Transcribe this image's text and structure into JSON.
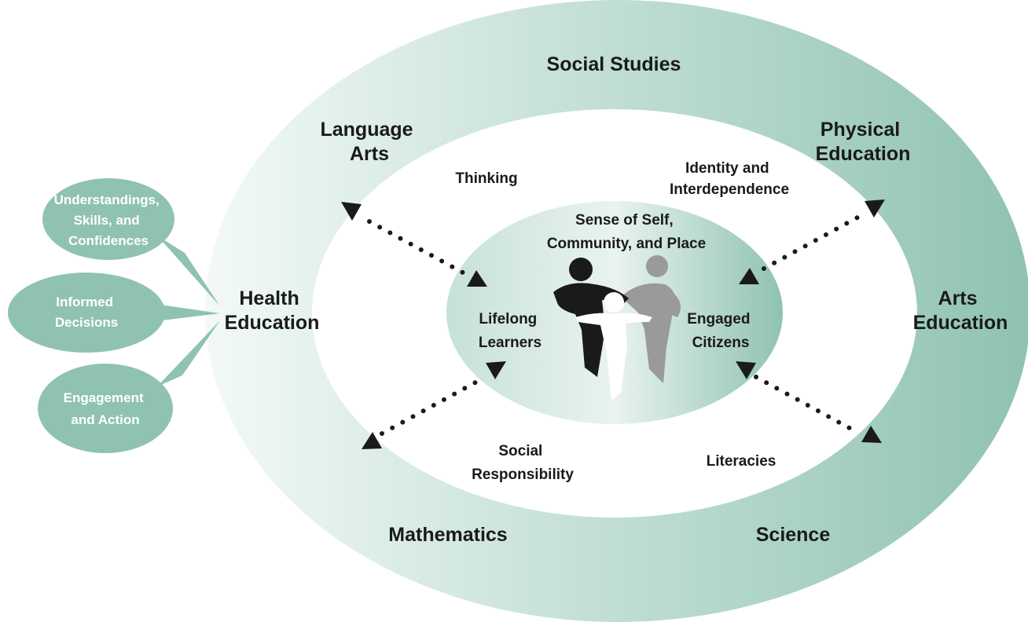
{
  "outer_subjects": {
    "social_studies": "Social Studies",
    "language_arts": [
      "Language",
      "Arts"
    ],
    "physical_education": [
      "Physical",
      "Education"
    ],
    "health_education": [
      "Health",
      "Education"
    ],
    "arts_education": [
      "Arts",
      "Education"
    ],
    "mathematics": "Mathematics",
    "science": "Science"
  },
  "cross_curricular": {
    "thinking": "Thinking",
    "identity": [
      "Identity and",
      "Interdependence"
    ],
    "social_responsibility": [
      "Social",
      "Responsibility"
    ],
    "literacies": "Literacies"
  },
  "center": {
    "title": [
      "Sense of Self,",
      "Community, and Place"
    ],
    "lifelong": [
      "Lifelong",
      "Learners"
    ],
    "engaged": [
      "Engaged",
      "Citizens"
    ]
  },
  "bubbles": {
    "understandings": [
      "Understandings,",
      "Skills, and",
      "Confidences"
    ],
    "informed": [
      "Informed",
      "Decisions"
    ],
    "engagement": [
      "Engagement",
      "and Action"
    ]
  },
  "colors": {
    "teal": "#8fc2b3",
    "teal_light": "#e9f3ef",
    "bubble": "#8fc2b3",
    "figure_dark": "#1a1a1a",
    "figure_gray": "#9a9a9a"
  }
}
